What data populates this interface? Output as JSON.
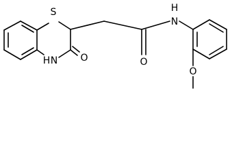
{
  "molecule": {
    "atom_labels": {
      "sulfur": "S",
      "ring_nitrogen": "N",
      "ring_hydrogen": "H",
      "lactam_oxygen": "O",
      "amide_nitrogen": "N",
      "amide_hydrogen": "H",
      "amide_oxygen": "O",
      "methoxy_oxygen": "O"
    },
    "colors": {
      "bond": "#000000",
      "label": "#000000",
      "background": "#ffffff"
    }
  }
}
